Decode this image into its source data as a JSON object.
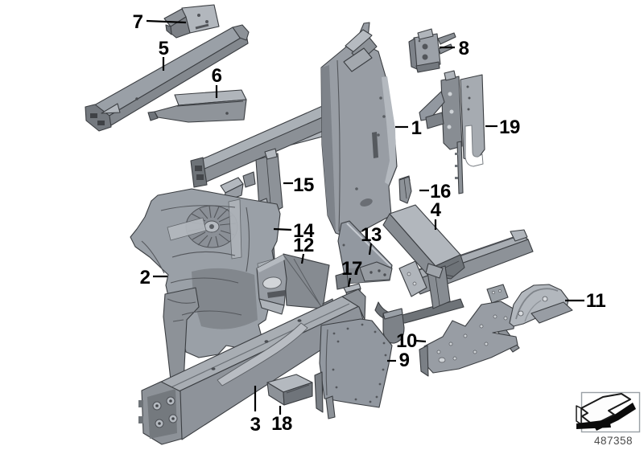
{
  "diagram": {
    "callouts": [
      {
        "num": "1"
      },
      {
        "num": "2"
      },
      {
        "num": "3"
      },
      {
        "num": "4"
      },
      {
        "num": "5"
      },
      {
        "num": "6"
      },
      {
        "num": "7"
      },
      {
        "num": "8"
      },
      {
        "num": "9"
      },
      {
        "num": "10"
      },
      {
        "num": "11"
      },
      {
        "num": "12"
      },
      {
        "num": "13"
      },
      {
        "num": "14"
      },
      {
        "num": "15"
      },
      {
        "num": "16"
      },
      {
        "num": "17"
      },
      {
        "num": "18"
      },
      {
        "num": "19"
      }
    ],
    "drawing_number": "487358",
    "icons": {
      "legend": "direction-arrow-icon"
    },
    "colors": {
      "background": "#ffffff",
      "part_light": "#b3b8be",
      "part_mid": "#989da4",
      "part_mid2": "#8d9298",
      "part_dark": "#7b8086",
      "part_darker": "#6e7378",
      "outline": "#3b3e42",
      "label_text": "#000000",
      "drawing_number_text": "#4a4a4a"
    }
  }
}
